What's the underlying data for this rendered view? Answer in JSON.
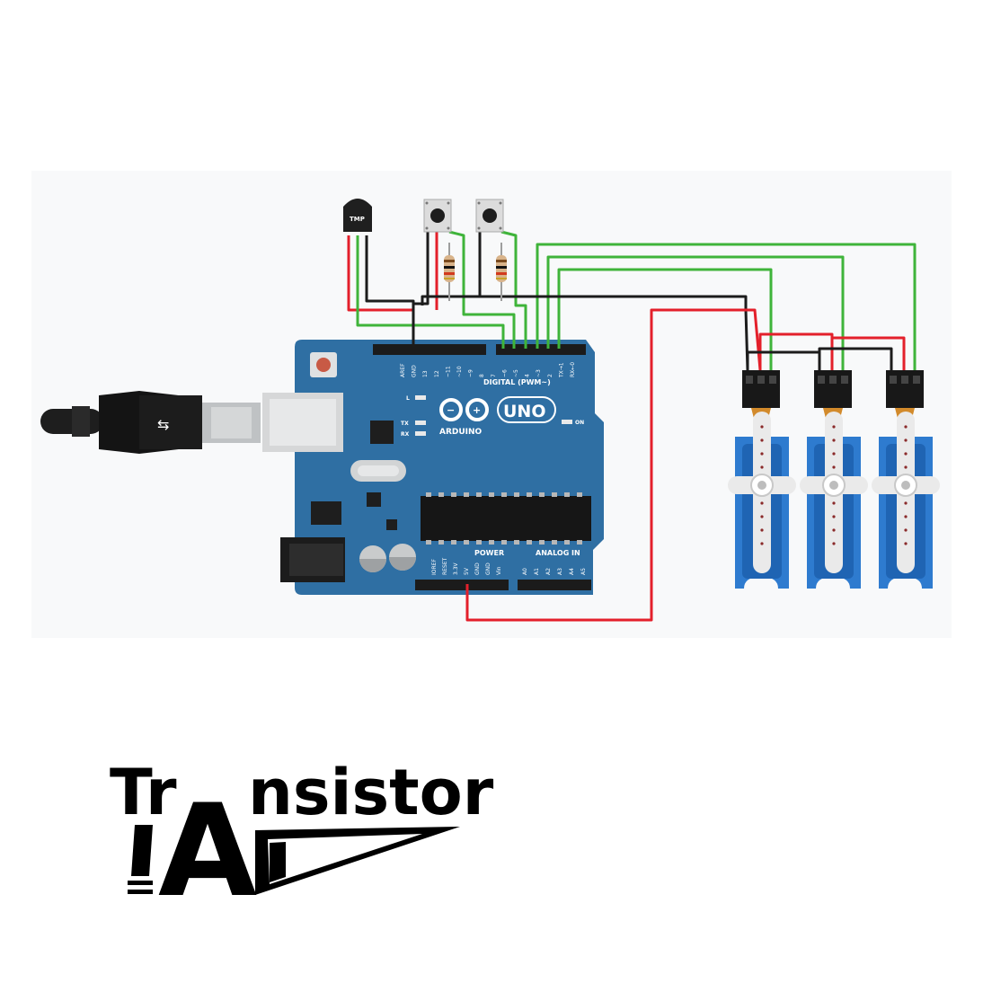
{
  "diagram": {
    "board": {
      "brand": "ARDUINO",
      "model": "UNO",
      "digital_header_label": "DIGITAL (PWM~)",
      "power_label": "POWER",
      "analog_label": "ANALOG IN",
      "on_label": "ON",
      "led_labels": [
        "L",
        "TX",
        "RX"
      ],
      "digital_pins": [
        "AREF",
        "GND",
        "13",
        "12",
        "~11",
        "~10",
        "~9",
        "8",
        "7",
        "~6",
        "~5",
        "4",
        "~3",
        "2",
        "TX→1",
        "RX←0"
      ],
      "power_pins": [
        "IOREF",
        "RESET",
        "3.3V",
        "5V",
        "GND",
        "GND",
        "Vin"
      ],
      "analog_pins": [
        "A0",
        "A1",
        "A2",
        "A3",
        "A4",
        "A5"
      ]
    },
    "sensor": {
      "label": "TMP"
    },
    "buttons": 2,
    "servos": 3,
    "wire_colors": {
      "ground": "#1c1c1c",
      "power": "#e3202b",
      "signal": "#3fb43a"
    },
    "board_color": "#2f6fa3",
    "servo_color": "#2e7bcf"
  },
  "logo": {
    "word_before": "Tr",
    "big_letter": "A",
    "word_after": "nsistor"
  }
}
